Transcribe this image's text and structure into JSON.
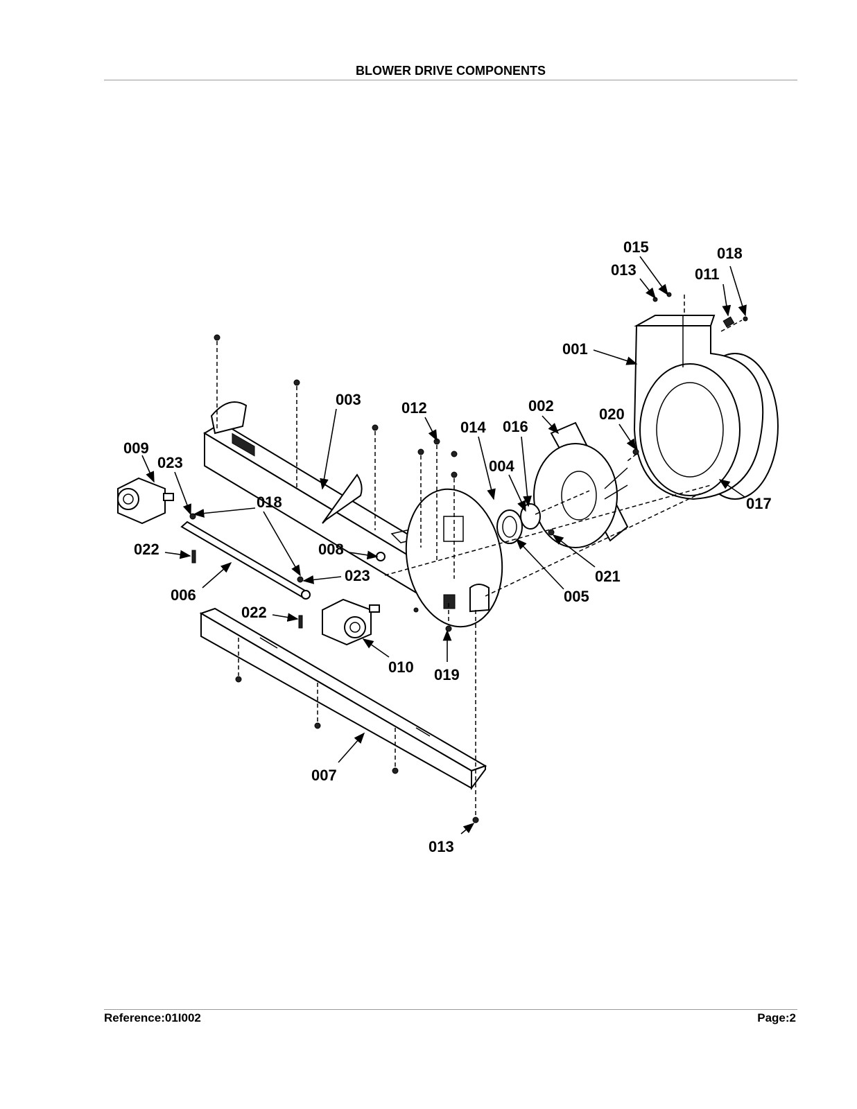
{
  "header": {
    "title": "BLOWER DRIVE COMPONENTS"
  },
  "footer": {
    "reference": "Reference:01I002",
    "page": "Page:2"
  },
  "callouts": [
    "015",
    "013",
    "018",
    "011",
    "001",
    "003",
    "012",
    "002",
    "020",
    "014",
    "016",
    "009",
    "023",
    "004",
    "018",
    "017",
    "022",
    "008",
    "023",
    "021",
    "005",
    "006",
    "022",
    "010",
    "019",
    "007",
    "013"
  ]
}
